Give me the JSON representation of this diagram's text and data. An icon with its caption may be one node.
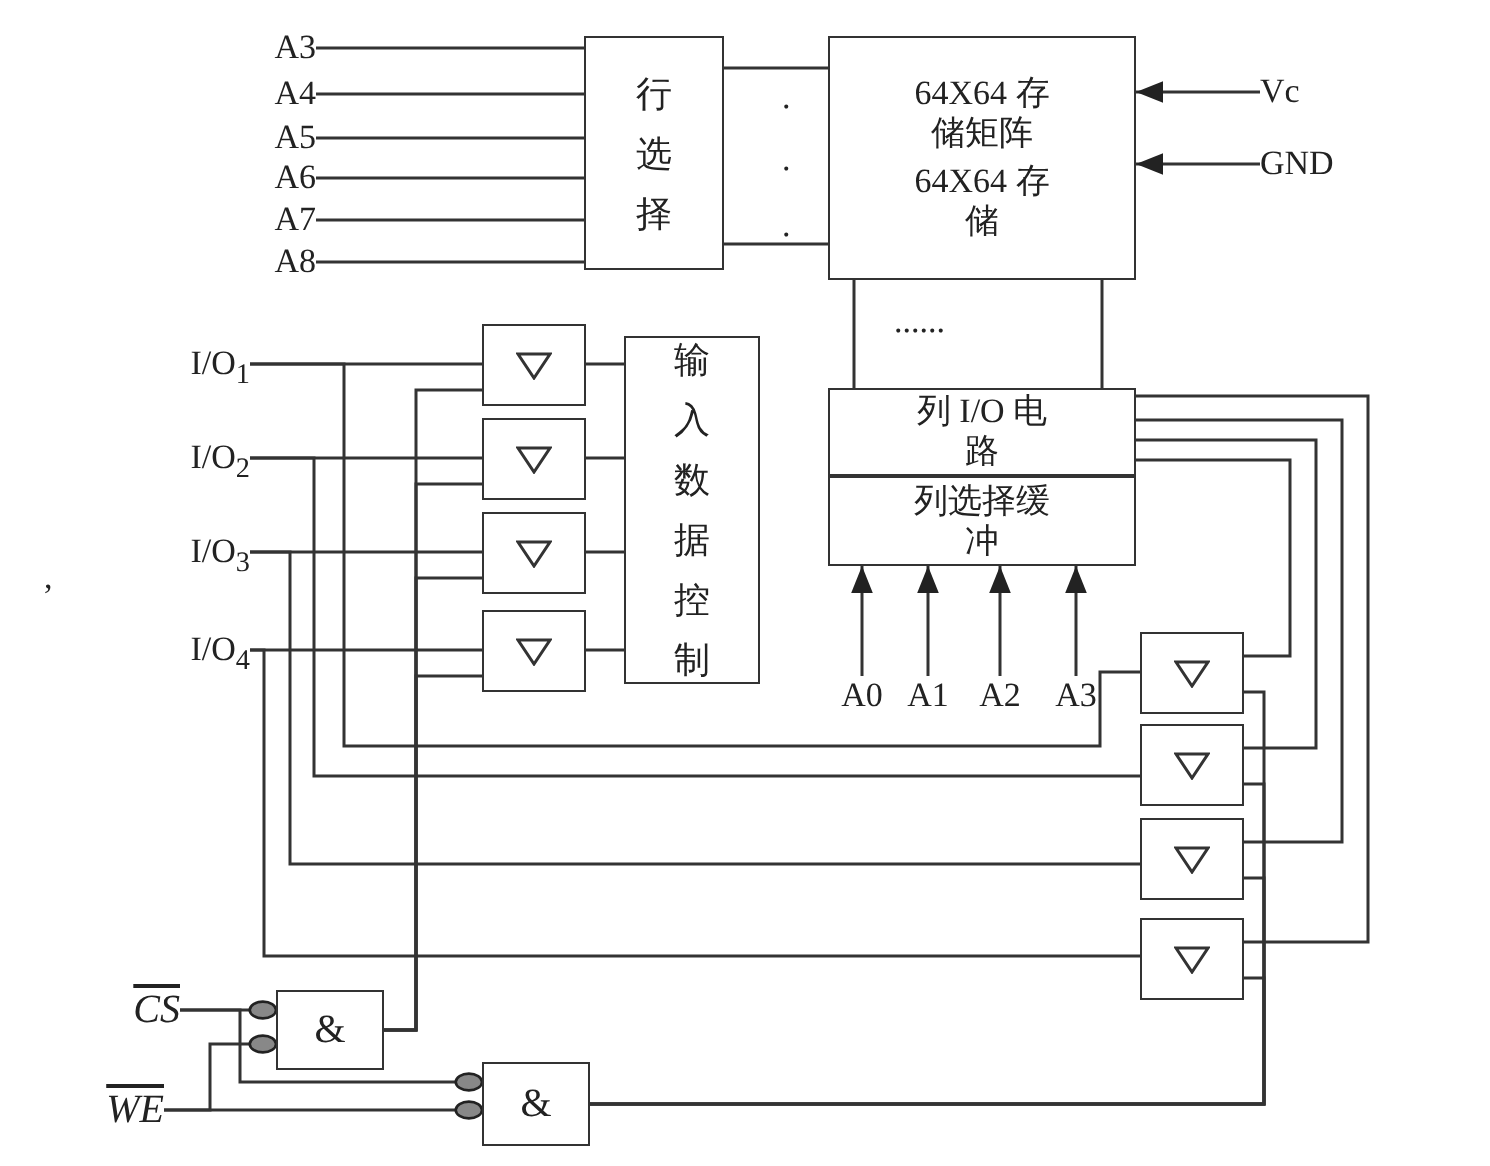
{
  "diagram": {
    "nodes": [
      {
        "text": [
          "A3"
        ]
      },
      {
        "text": [
          "A4"
        ]
      },
      {
        "text": [
          "A5"
        ]
      },
      {
        "text": [
          "A6"
        ]
      },
      {
        "text": [
          "A7"
        ]
      },
      {
        "text": [
          "A8"
        ]
      },
      {
        "text": [
          "行选择"
        ]
      },
      {
        "text": [
          "64X64 存储矩阵",
          "64X64 存储"
        ]
      },
      {
        "text": [
          "Vc"
        ]
      },
      {
        "text": [
          "GND"
        ]
      },
      {
        "text": [
          "列 I/O 电路"
        ]
      },
      {
        "text": [
          "列选择缓冲"
        ]
      },
      {
        "text": [
          "A0"
        ]
      },
      {
        "text": [
          "A1"
        ]
      },
      {
        "text": [
          "A2"
        ]
      },
      {
        "text": [
          "A3"
        ]
      },
      {
        "text": [
          "I/O$_{1}$"
        ]
      },
      {
        "text": [
          "I/O$_{2}$"
        ]
      },
      {
        "text": [
          "I/O$_{3}$"
        ]
      },
      {
        "text": [
          "I/O$_{4}$"
        ]
      },
      {
        "text": [],
        "shape": "box"
      },
      {
        "text": [],
        "shape": "box"
      },
      {
        "text": [],
        "shape": "box"
      },
      {
        "text": [],
        "shape": "box"
      },
      {
        "text": [
          "输入数据控制"
        ]
      },
      {
        "text": [],
        "shape": "box"
      },
      {
        "text": [],
        "shape": "box"
      },
      {
        "text": [],
        "shape": "box"
      },
      {
        "text": [],
        "shape": "box"
      },
      {
        "text": [
          "CS"
        ]
      },
      {
        "text": [
          "WE"
        ]
      },
      {
        "text": [
          "&"
        ]
      },
      {
        "text": [
          "&"
        ]
      }
    ],
    "edges": [
      {
        "from": 0,
        "to": 6,
        "arrow": "none"
      },
      {
        "from": 1,
        "to": 6,
        "arrow": "none"
      },
      {
        "from": 2,
        "to": 6,
        "arrow": "none"
      },
      {
        "from": 3,
        "to": 6,
        "arrow": "none"
      },
      {
        "from": 4,
        "to": 6,
        "arrow": "none"
      },
      {
        "from": 5,
        "to": 6,
        "arrow": "none"
      },
      {
        "from": 6,
        "to": 7,
        "arrow": "none"
      },
      {
        "from": 6,
        "to": 7,
        "arrow": "none"
      },
      {
        "from": 8,
        "to": 7,
        "arrow": "to"
      },
      {
        "from": 9,
        "to": 7,
        "arrow": "to"
      },
      {
        "from": 7,
        "to": 10,
        "arrow": "none"
      },
      {
        "from": 7,
        "to": 10,
        "arrow": "none"
      },
      {
        "from": 12,
        "to": 11,
        "arrow": "to"
      },
      {
        "from": 13,
        "to": 11,
        "arrow": "to"
      },
      {
        "from": 14,
        "to": 11,
        "arrow": "to"
      },
      {
        "from": 15,
        "to": 11,
        "arrow": "to"
      },
      {
        "from": 16,
        "to": 20,
        "arrow": "none"
      },
      {
        "from": 17,
        "to": 21,
        "arrow": "none"
      },
      {
        "from": 18,
        "to": 22,
        "arrow": "none"
      },
      {
        "from": 19,
        "to": 23,
        "arrow": "none"
      },
      {
        "from": 20,
        "to": 24,
        "arrow": "none"
      },
      {
        "from": 21,
        "to": 24,
        "arrow": "none"
      },
      {
        "from": 22,
        "to": 24,
        "arrow": "none"
      },
      {
        "from": 23,
        "to": 24,
        "arrow": "none"
      },
      {
        "from": 16,
        "to": 25,
        "arrow": "none"
      },
      {
        "from": 17,
        "to": 26,
        "arrow": "none"
      },
      {
        "from": 18,
        "to": 27,
        "arrow": "none"
      },
      {
        "from": 19,
        "to": 28,
        "arrow": "none"
      },
      {
        "from": 31,
        "to": 20,
        "arrow": "none"
      },
      {
        "from": 31,
        "to": 21,
        "arrow": "none"
      },
      {
        "from": 31,
        "to": 22,
        "arrow": "none"
      },
      {
        "from": 31,
        "to": 23,
        "arrow": "none"
      },
      {
        "from": 10,
        "to": 25,
        "arrow": "none"
      },
      {
        "from": 10,
        "to": 26,
        "arrow": "none"
      },
      {
        "from": 10,
        "to": 27,
        "arrow": "none"
      },
      {
        "from": 10,
        "to": 28,
        "arrow": "none"
      },
      {
        "from": 32,
        "to": 25,
        "arrow": "none"
      },
      {
        "from": 32,
        "to": 26,
        "arrow": "none"
      },
      {
        "from": 32,
        "to": 27,
        "arrow": "none"
      },
      {
        "from": 32,
        "to": 28,
        "arrow": "none"
      },
      {
        "from": 29,
        "to": 31,
        "arrow": "other"
      },
      {
        "from": 29,
        "to": 32,
        "arrow": "other"
      },
      {
        "from": 30,
        "to": 31,
        "arrow": "other"
      },
      {
        "from": 30,
        "to": 32,
        "arrow": "other"
      }
    ],
    "labels": [
      ".",
      ".",
      ".",
      "......",
      ","
    ]
  }
}
